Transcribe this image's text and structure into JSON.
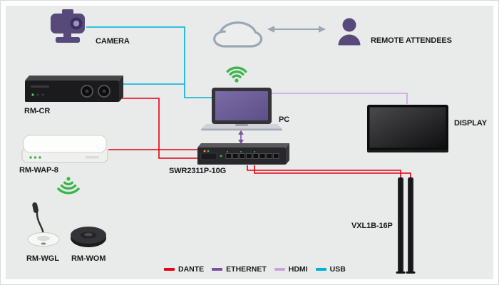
{
  "devices": {
    "camera": {
      "label": "CAMERA"
    },
    "remote_attendees": {
      "label": "REMOTE ATTENDEES"
    },
    "rm_cr": {
      "label": "RM-CR"
    },
    "rm_wap_8": {
      "label": "RM-WAP-8"
    },
    "rm_wgl": {
      "label": "RM-WGL"
    },
    "rm_wom": {
      "label": "RM-WOM"
    },
    "pc": {
      "label": "PC"
    },
    "network_switch": {
      "label": "SWR2311P-10G"
    },
    "display": {
      "label": "DISPLAY"
    },
    "line_array_speakers": {
      "label": "VXL1B-16P"
    }
  },
  "legend": {
    "items": [
      {
        "id": "dante",
        "label": "DANTE"
      },
      {
        "id": "ethernet",
        "label": "ETHERNET"
      },
      {
        "id": "hdmi",
        "label": "HDMI"
      },
      {
        "id": "usb",
        "label": "USB"
      }
    ]
  },
  "connections": [
    {
      "from": "camera",
      "to": "pc",
      "type": "usb"
    },
    {
      "from": "rm_cr",
      "to": "pc",
      "type": "usb"
    },
    {
      "from": "rm_cr",
      "to": "network_switch",
      "type": "dante"
    },
    {
      "from": "rm_wap_8",
      "to": "network_switch",
      "type": "dante"
    },
    {
      "from": "network_switch",
      "to": "line_array_speakers",
      "type": "dante"
    },
    {
      "from": "pc",
      "to": "network_switch",
      "type": "ethernet"
    },
    {
      "from": "pc",
      "to": "display",
      "type": "hdmi"
    },
    {
      "from": "cloud",
      "to": "remote_attendees",
      "type": "bidirectional-wireless"
    },
    {
      "from": "rm_wap_8",
      "to": "rm_wgl",
      "type": "wireless"
    },
    {
      "from": "rm_wap_8",
      "to": "rm_wom",
      "type": "wireless"
    },
    {
      "from": "pc",
      "to": "cloud",
      "type": "wireless"
    }
  ],
  "colors": {
    "dante": "#e60012",
    "ethernet": "#7a52a0",
    "hdmi": "#c9a3dd",
    "usb": "#00b0d8",
    "wifi": "#3db54a",
    "link_gray": "#9aa7b4",
    "device_purple": "#57497a",
    "background": "#e9eaea"
  }
}
